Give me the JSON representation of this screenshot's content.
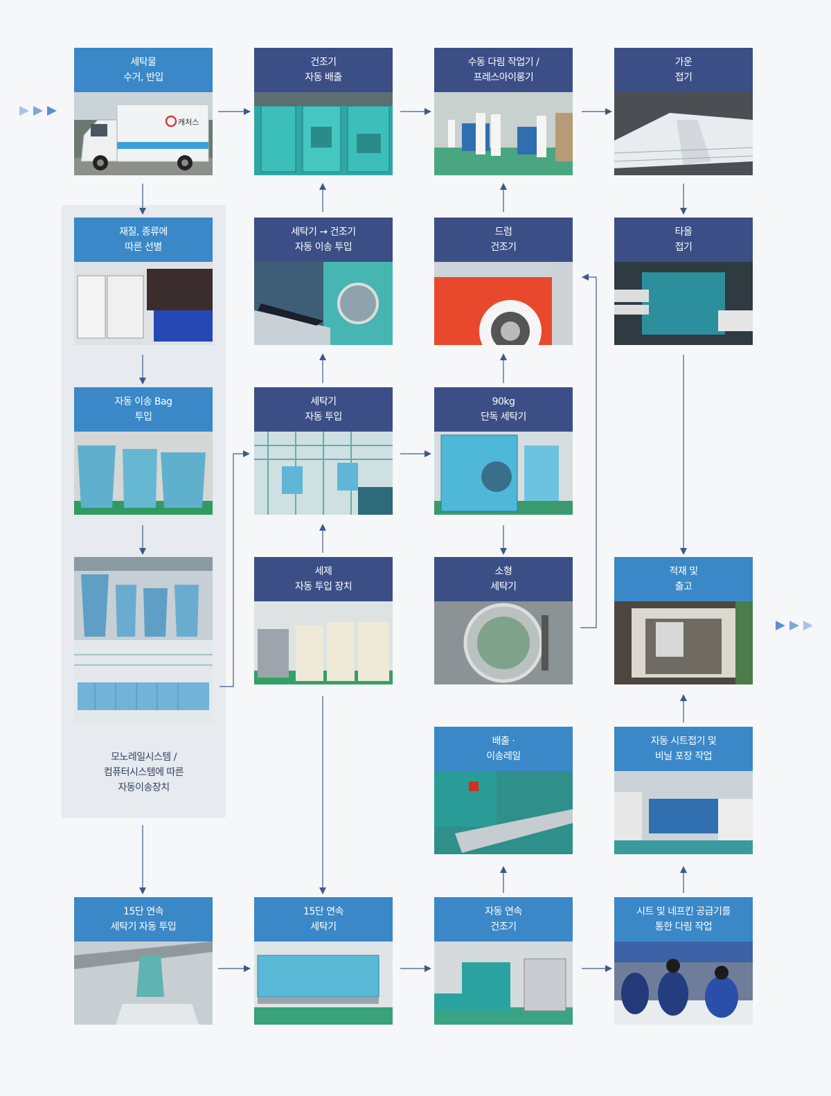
{
  "nodes": {
    "n1": "세탁물\n수거, 반입",
    "n2": "건조기\n자동 배출",
    "n3": "수동 다림 작업기 /\n프레스아이롱기",
    "n4": "가운\n접기",
    "n5": "재질, 종류에\n따른 선별",
    "n6": "세탁기 → 건조기\n자동 이송 투입",
    "n7": "드럼\n건조기",
    "n8": "타올\n접기",
    "n9": "자동 이송 Bag\n투입",
    "n10": "세탁기\n자동 투입",
    "n11": "90kg\n단독 세탁기",
    "n12": "세제\n자동 투입 장치",
    "n13": "소형\n세탁기",
    "n14": "적재 및\n출고",
    "n15": "배출 ·\n이송레일",
    "n16": "자동 시트접기 및\n비닐 포장 작업",
    "n17": "15단 연속\n세탁기 자동 투입",
    "n18": "15단 연속\n세탁기",
    "n19": "자동 연속\n건조기",
    "n20": "시트 및 네프킨 공급기를\n통한 다림 작업"
  },
  "panel_caption": "모노레일시스템 /\n컴퓨터시스템에 따른\n자동이송장치",
  "truck_logo": "캐처스",
  "colors": {
    "light_head": "#3a88c7",
    "dark_head": "#3b4f86",
    "arrow": "#3b5a8a",
    "panel": "#e7eaee"
  }
}
